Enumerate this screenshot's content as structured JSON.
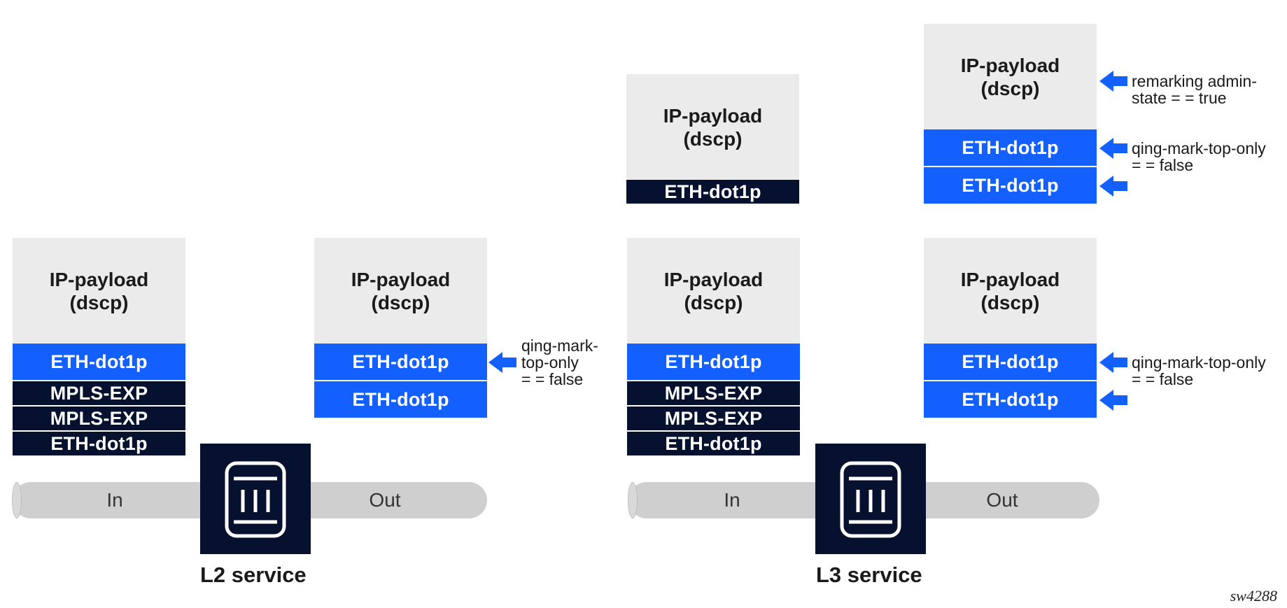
{
  "colors": {
    "payload_bg": "#ebebeb",
    "accent_blue": "#1460ff",
    "dark_navy": "#05112f",
    "pipe_gray": "#cfcfcf"
  },
  "payload": {
    "line1": "IP-payload",
    "line2": "(dscp)"
  },
  "layers": {
    "eth": "ETH-dot1p",
    "mpls": "MPLS-EXP"
  },
  "pipes": {
    "in": "In",
    "out": "Out"
  },
  "services": {
    "l2": "L2 service",
    "l3": "L3 service"
  },
  "notes": {
    "l2_qinq": {
      "line1": "qing-mark-",
      "line2": "top-only",
      "line3": "= = false"
    },
    "l3_remark": {
      "line1": "remarking admin-",
      "line2": "state = = true"
    },
    "l3_qinq_top": {
      "line1": "qing-mark-top-only",
      "line2": "= = false"
    },
    "l3_qinq_bottom": {
      "line1": "qing-mark-top-only",
      "line2": "= = false"
    }
  },
  "icons": {
    "router": "router-icon",
    "arrow": "arrow-left-icon"
  },
  "figure_id": "sw4288"
}
